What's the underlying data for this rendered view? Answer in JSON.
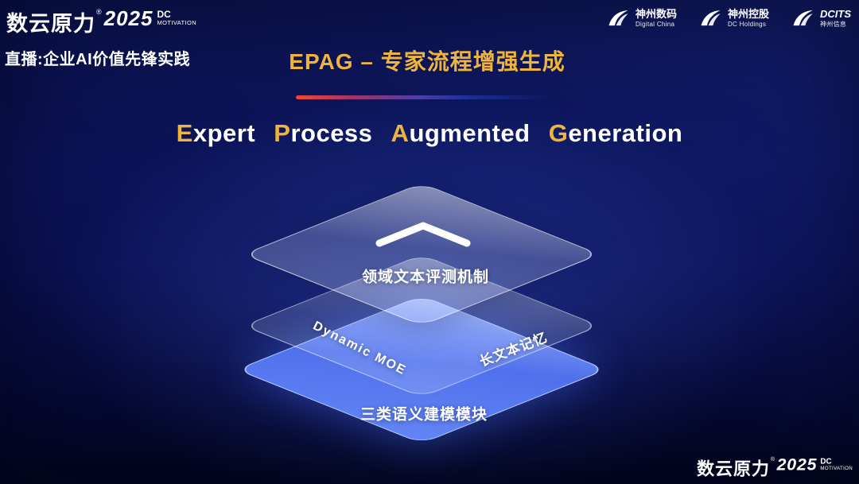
{
  "colors": {
    "background_deep": "#03061f",
    "background_mid": "#0b1357",
    "background_glow": "#4060e6",
    "accent_gold": "#f0b43c",
    "divider_red": "#f5443a",
    "divider_blue": "#1d2f95",
    "layer_blue": "#5578f8",
    "text_white": "#ffffff"
  },
  "header": {
    "brand": {
      "name": "数云原力",
      "reg": "®",
      "year": "2025",
      "dc": "DC",
      "motivation": "MOTIVATION"
    },
    "live_label": "直播:企业AI价值先锋实践",
    "page_title": "EPAG – 专家流程增强生成",
    "logos": [
      {
        "name": "神州数码",
        "sub": "Digital China"
      },
      {
        "name": "神州控股",
        "sub": "DC Holdings"
      },
      {
        "name": "DCITS",
        "sub": "神州信息"
      }
    ]
  },
  "main": {
    "title_words": [
      {
        "head": "E",
        "tail": "xpert"
      },
      {
        "head": "P",
        "tail": "rocess"
      },
      {
        "head": "A",
        "tail": "ugmented"
      },
      {
        "head": "G",
        "tail": "eneration"
      }
    ],
    "diagram": {
      "layer_top_label": "领域文本评测机制",
      "layer_middle_label_left": "Dynamic  MOE",
      "layer_middle_label_right": "长文本记忆",
      "layer_bottom_label": "三类语义建模模块"
    }
  },
  "footer": {
    "brand": {
      "name": "数云原力",
      "reg": "®",
      "year": "2025",
      "dc": "DC",
      "motivation": "MOTIVATION"
    }
  }
}
